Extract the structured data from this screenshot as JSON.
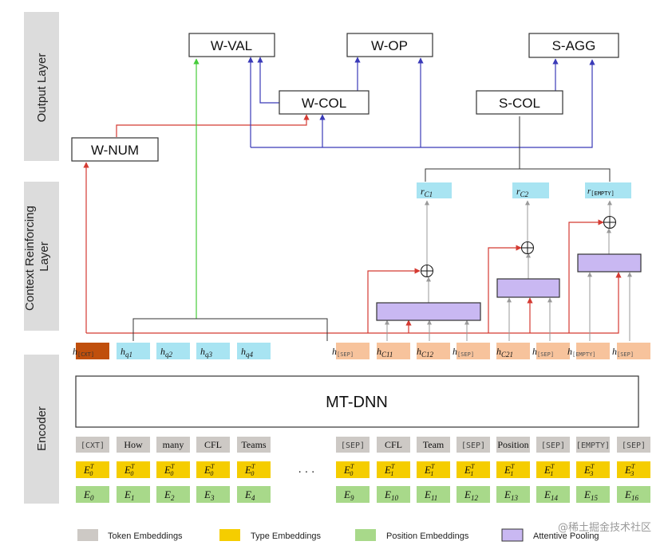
{
  "layers": {
    "output": "Output Layer",
    "context": "Context Reinforcing Layer",
    "encoder": "Encoder"
  },
  "output_boxes": {
    "w_val": "W-VAL",
    "w_op": "W-OP",
    "s_agg": "S-AGG",
    "w_col": "W-COL",
    "s_col": "S-COL",
    "w_num": "W-NUM"
  },
  "encoder_box": "MT-DNN",
  "tokens": [
    "[CXT]",
    "How",
    "many",
    "CFL",
    "Teams",
    "[SEP]",
    "CFL",
    "Team",
    "[SEP]",
    "Position",
    "[SEP]",
    "[EMPTY]",
    "[SEP]"
  ],
  "ellipsis": "· · ·",
  "type_emb": {
    "base": "E",
    "left_subs": [
      "0",
      "0",
      "0",
      "0",
      "0"
    ],
    "right_subs": [
      "0",
      "1",
      "1",
      "1",
      "1",
      "1",
      "3",
      "3"
    ],
    "sup": "T"
  },
  "pos_emb": {
    "base": "E",
    "left_subs": [
      "0",
      "1",
      "2",
      "3",
      "4"
    ],
    "right_subs": [
      "9",
      "10",
      "11",
      "12",
      "13",
      "14",
      "15",
      "16"
    ]
  },
  "hidden": {
    "base": "h",
    "cxt_sub": "[CXT]",
    "q_subs": [
      "q1",
      "q2",
      "q3",
      "q4"
    ],
    "sep_sub": "[SEP]",
    "c_subs": [
      "C11",
      "C12",
      "C21"
    ],
    "empty_sub": "[EMPTY]"
  },
  "reps": {
    "base": "r",
    "c1": "C1",
    "c2": "C2",
    "empty": "[EMPTY]"
  },
  "legend": {
    "token": "Token Embeddings",
    "type": "Type Embeddings",
    "position": "Position Embeddings",
    "pooling": "Attentive Pooling"
  },
  "watermark": "@稀土掘金技术社区",
  "colors": {
    "layer_bg": "#dcdcdc",
    "token": "#cdc9c5",
    "type": "#f5cd00",
    "position": "#a8d98a",
    "hq": "#a8e4f2",
    "hsep": "#f7c39c",
    "hcxt": "#c04f0c",
    "pool": "#c9b8f2",
    "red": "#d43a32",
    "blue": "#3a3ab8",
    "green": "#46cc3a",
    "gray": "#9a9a9a"
  }
}
